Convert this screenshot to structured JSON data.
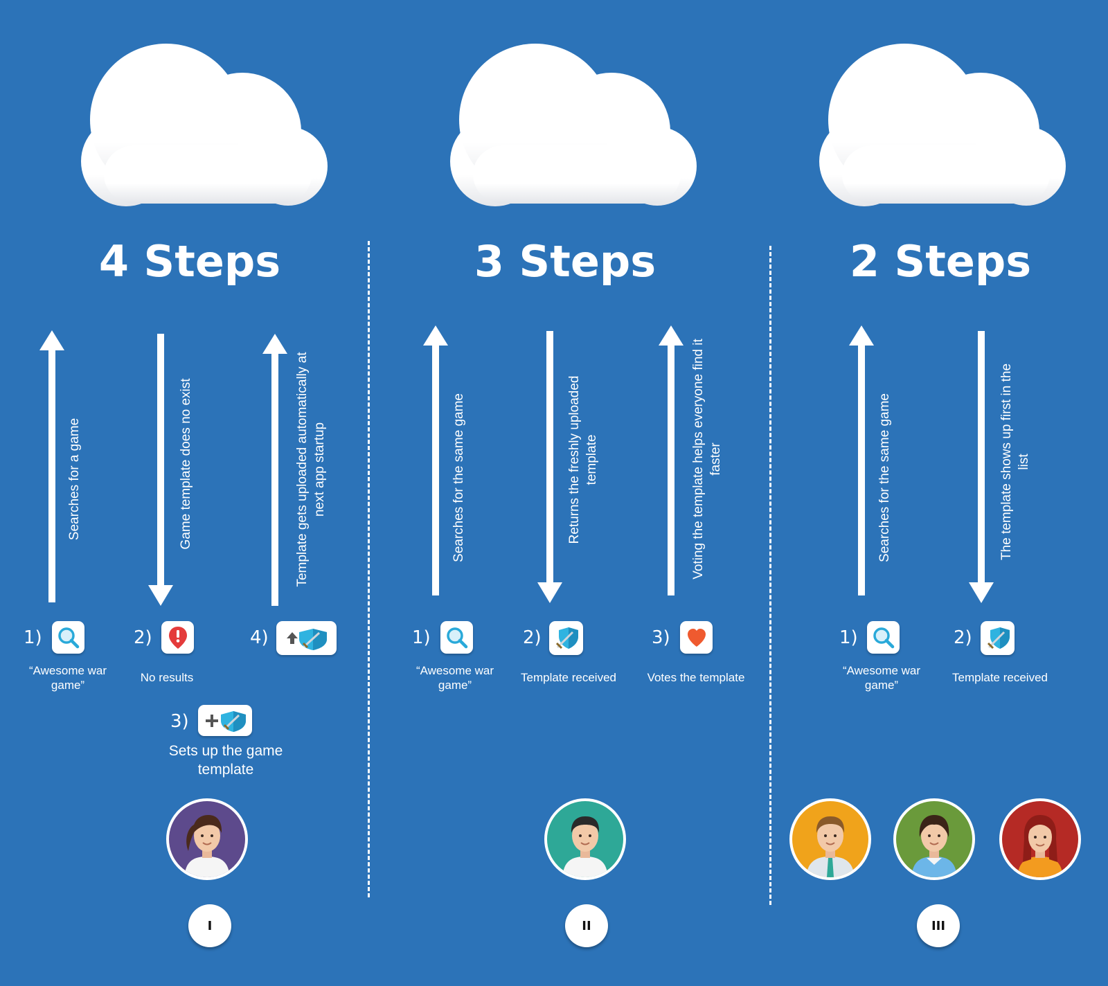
{
  "colors": {
    "background": "#2c73b8",
    "search_icon": "#29a9d9",
    "shield_icon": "#2fb3e0",
    "pin_icon": "#e43b3b",
    "heart_icon": "#ef5a2f",
    "avatar_purple": "#5d4a8c",
    "avatar_teal": "#2ea897",
    "avatar_orange": "#f0a31b",
    "avatar_green": "#6a9a3b",
    "avatar_red": "#b52a25"
  },
  "panels": [
    {
      "heading": "4 Steps",
      "badge": "I",
      "arrows": [
        "Searches for a game",
        "Game template does no exist",
        "Template gets uploaded automatically at next app startup"
      ],
      "steps": [
        {
          "num": "1)",
          "icon": "search-icon",
          "caption": "“Awesome war game”"
        },
        {
          "num": "2)",
          "icon": "alert-pin-icon",
          "caption": "No results"
        },
        {
          "num": "3)",
          "icon": "add-template-icon",
          "caption": "Sets up the game template"
        },
        {
          "num": "4)",
          "icon": "upload-template-icon",
          "caption": ""
        }
      ],
      "avatars": [
        "woman-ponytail-avatar-icon"
      ]
    },
    {
      "heading": "3 Steps",
      "badge": "II",
      "arrows": [
        "Searches for the same game",
        "Returns the freshly uploaded template",
        "Voting the template helps everyone find it faster"
      ],
      "steps": [
        {
          "num": "1)",
          "icon": "search-icon",
          "caption": "“Awesome war game”"
        },
        {
          "num": "2)",
          "icon": "shield-sword-icon",
          "caption": "Template received"
        },
        {
          "num": "3)",
          "icon": "heart-icon",
          "caption": "Votes the template"
        }
      ],
      "avatars": [
        "man-avatar-icon"
      ]
    },
    {
      "heading": "2 Steps",
      "badge": "III",
      "arrows": [
        "Searches for the same game",
        "The template shows up first in the list"
      ],
      "steps": [
        {
          "num": "1)",
          "icon": "search-icon",
          "caption": "“Awesome war game”"
        },
        {
          "num": "2)",
          "icon": "shield-sword-icon",
          "caption": "Template received"
        }
      ],
      "avatars": [
        "man-tie-avatar-icon",
        "woman-green-avatar-icon",
        "woman-red-avatar-icon"
      ]
    }
  ]
}
